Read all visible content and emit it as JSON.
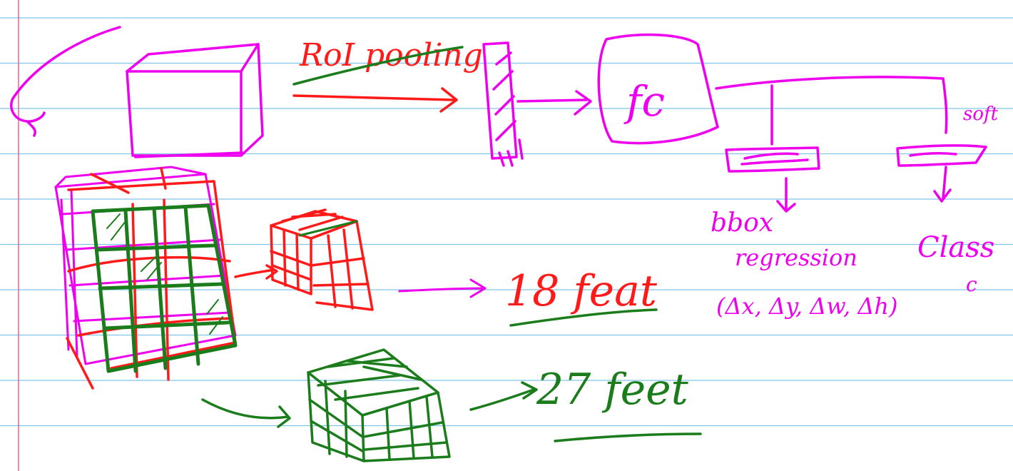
{
  "labels": {
    "roi_pooling": "RoI pooling",
    "fc": "fc",
    "softmax": "soft",
    "bbox": "bbox",
    "regression": "regression",
    "deltas": "(Δx, Δy, Δw, Δh)",
    "class": "Class",
    "class_c": "c",
    "feat18": "18 feat",
    "feat27": "27 feet"
  },
  "colors": {
    "paper": "#ffffff",
    "rule": "#7fc3e6",
    "margin": "#e8609a",
    "magenta": "#ee00ee",
    "red": "#ff1a1a",
    "green": "#1b7c1b"
  }
}
